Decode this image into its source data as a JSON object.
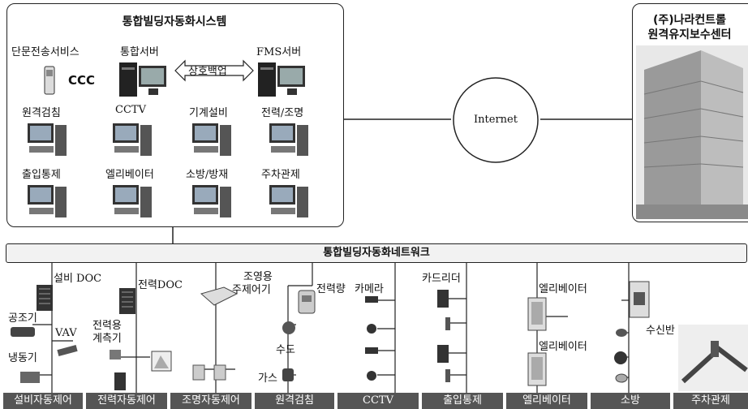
{
  "system_panel": {
    "title": "통합빌딩자동화시스템",
    "row1": [
      "단문전송서비스",
      "통합서버",
      "FMS서버"
    ],
    "sms_glyph": "CCC",
    "backup_label": "상호백업",
    "row2": [
      "원격검침",
      "CCTV",
      "기계설비",
      "전력/조명"
    ],
    "row3": [
      "출입통제",
      "엘리베이터",
      "소방/방재",
      "주차관제"
    ]
  },
  "internet_label": "Internet",
  "remote_center": {
    "line1": "(주)나라컨트롤",
    "line2": "원격유지보수센터"
  },
  "network_bar": "통합빌딩자동화네트워크",
  "devices": {
    "facility_doc": "설비 DOC",
    "power_doc": "전력DOC",
    "ahu": "공조기",
    "vav": "VAV",
    "chiller": "냉동기",
    "power_meter_1": "전력용",
    "power_meter_2": "계측기",
    "lighting_ctrl_1": "조영용",
    "lighting_ctrl_2": "주제어기",
    "power_amount": "전력량",
    "water": "수도",
    "gas": "가스",
    "camera": "카메라",
    "card_reader": "카드리더",
    "elevator_1": "엘리베이터",
    "elevator_2": "엘리베이터",
    "receiver": "수신반"
  },
  "categories": [
    "설비자동제어",
    "전력자동제어",
    "조명자동제어",
    "원격검침",
    "CCTV",
    "출입통제",
    "엘리베이터",
    "소방",
    "주차관제"
  ]
}
